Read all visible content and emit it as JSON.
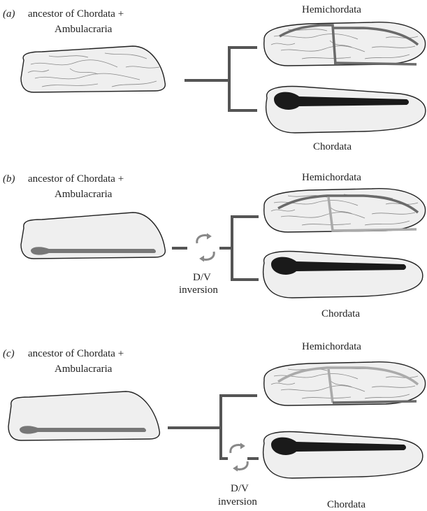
{
  "panels": [
    {
      "letter": "(a)",
      "ancestor_line1": "ancestor of Chordata +",
      "ancestor_line2": "Ambulacraria",
      "top_taxon": "Hemichordata",
      "bottom_taxon": "Chordata"
    },
    {
      "letter": "(b)",
      "ancestor_line1": "ancestor of Chordata +",
      "ancestor_line2": "Ambulacraria",
      "top_taxon": "Hemichordata",
      "bottom_taxon": "Chordata",
      "inversion_line1": "D/V",
      "inversion_line2": "inversion"
    },
    {
      "letter": "(c)",
      "ancestor_line1": "ancestor of Chordata +",
      "ancestor_line2": "Ambulacraria",
      "top_taxon": "Hemichordata",
      "bottom_taxon": "Chordata",
      "inversion_line1": "D/V",
      "inversion_line2": "inversion"
    }
  ],
  "colors": {
    "body_fill": "#efefef",
    "outline": "#222222",
    "tree": "#555555",
    "nerve_cord": "#1a1a1a",
    "grey_cord": "#777777",
    "light_cord": "#aaaaaa"
  }
}
